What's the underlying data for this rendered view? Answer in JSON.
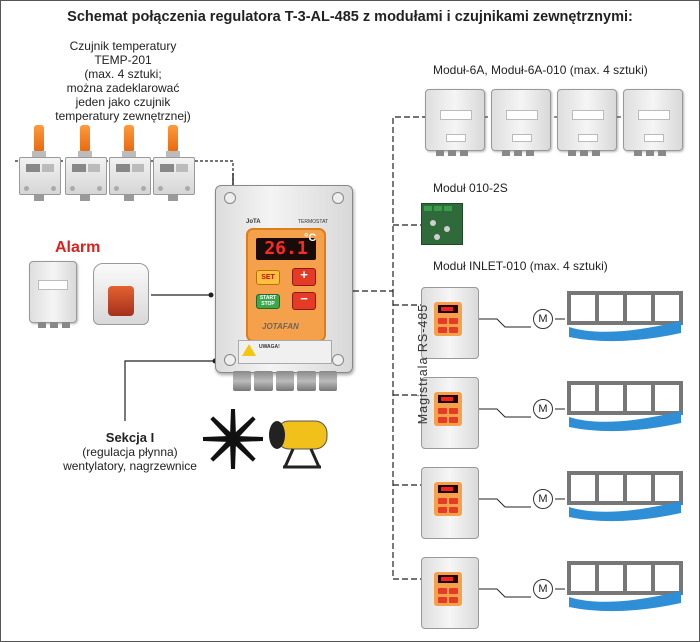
{
  "title": "Schemat połączenia regulatora T-3-AL-485 z modułami i czujnikami zewnętrznymi:",
  "sensor_label": [
    "Czujnik temperatury",
    "TEMP-201",
    "(max. 4 sztuki;",
    "można zadeklarować",
    "jeden jako czujnik",
    "temperatury zewnętrznej)"
  ],
  "alarm_label": "Alarm",
  "section_label": {
    "title": "Sekcja I",
    "line1": "(regulacja płynna)",
    "line2": "wentylatory, nagrzewnice"
  },
  "modules": {
    "m6a": "Moduł-6A, Moduł-6A-010 (max. 4 sztuki)",
    "m0102s": "Moduł 010-2S",
    "inlet": "Moduł INLET-010 (max. 4 sztuki)"
  },
  "bus_label": "Magistrala  RS-485",
  "controller": {
    "display": "26.1",
    "unit": "°C",
    "set_btn": "SET",
    "plus_btn": "+",
    "minus_btn": "−",
    "start_btn": "START STOP",
    "brand": "JOTAFAN",
    "top_brand": "JoTA",
    "top_text": "TERMOSTAT",
    "warning_title": "UWAGA!"
  },
  "motor_symbol": "M",
  "colors": {
    "panel_orange": "#f5a04a",
    "display_red": "#ff2a20",
    "alarm_red": "#e0201a",
    "probe_orange": "#e86a10",
    "flap_blue": "#2f8fd6"
  }
}
